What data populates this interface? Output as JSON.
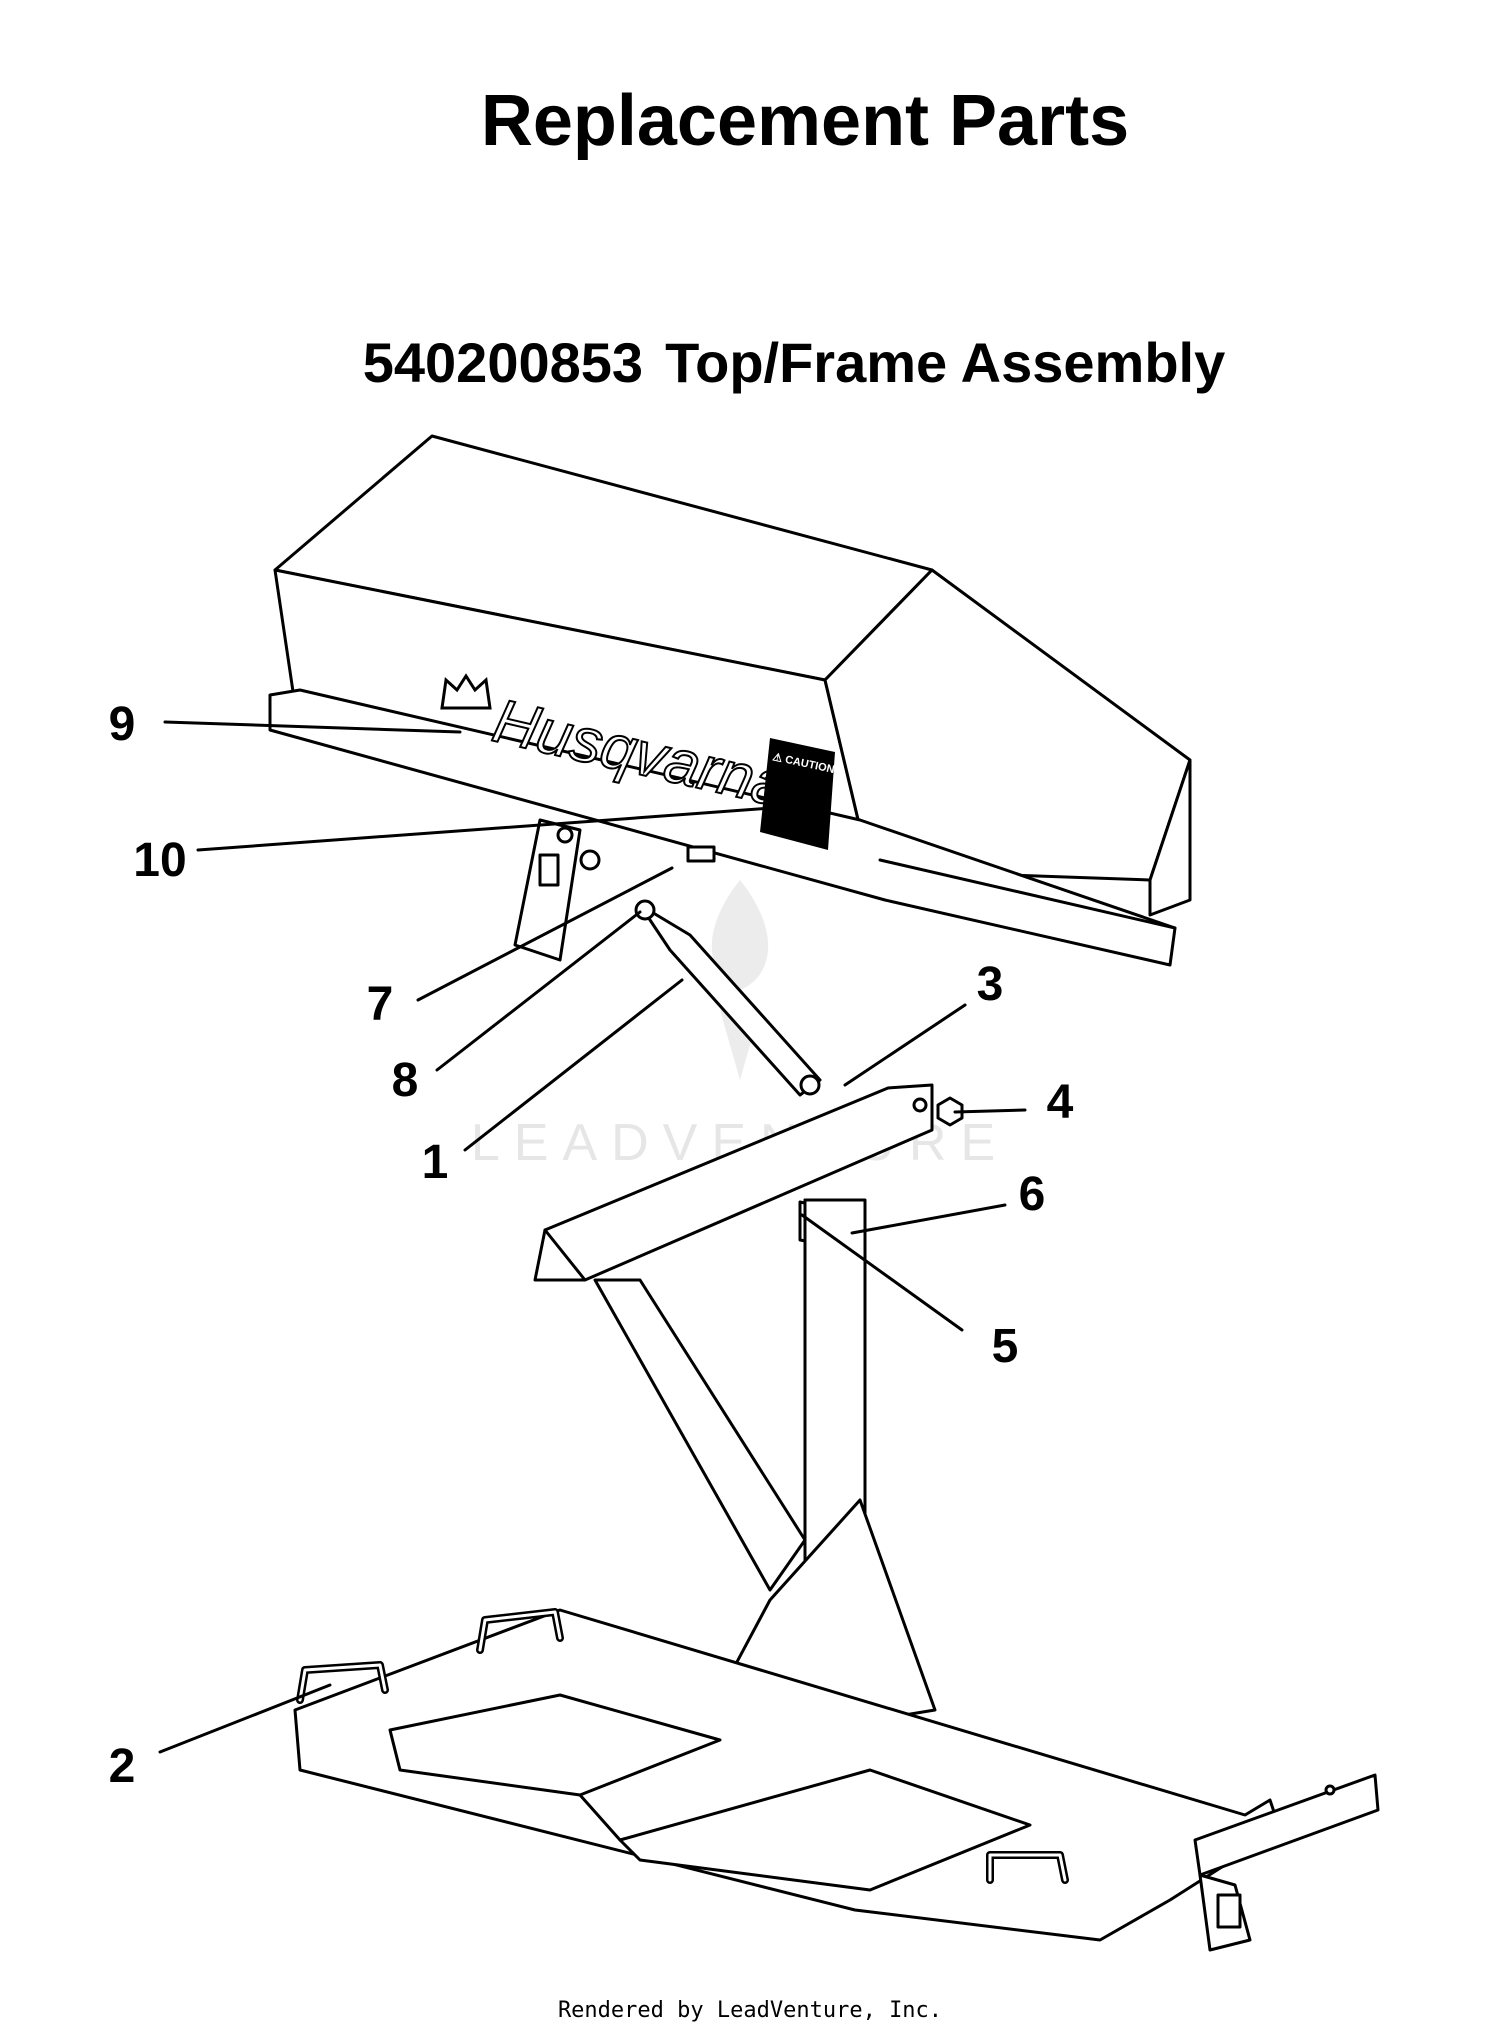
{
  "page": {
    "title": "Replacement Parts"
  },
  "assembly": {
    "part_number": "540200853",
    "name": "Top/Frame Assembly"
  },
  "brand": {
    "logo_text": "Husqvarna",
    "caution_label": "⚠ CAUTION"
  },
  "watermark": {
    "text": "LEADVENTURE"
  },
  "callouts": [
    {
      "number": "9"
    },
    {
      "number": "10"
    },
    {
      "number": "7"
    },
    {
      "number": "8"
    },
    {
      "number": "1"
    },
    {
      "number": "3"
    },
    {
      "number": "4"
    },
    {
      "number": "6"
    },
    {
      "number": "5"
    },
    {
      "number": "2"
    }
  ],
  "footer": {
    "text": "Rendered by LeadVenture, Inc."
  },
  "colors": {
    "line": "#000000",
    "background": "#ffffff",
    "watermark": "#e6e6e6"
  }
}
